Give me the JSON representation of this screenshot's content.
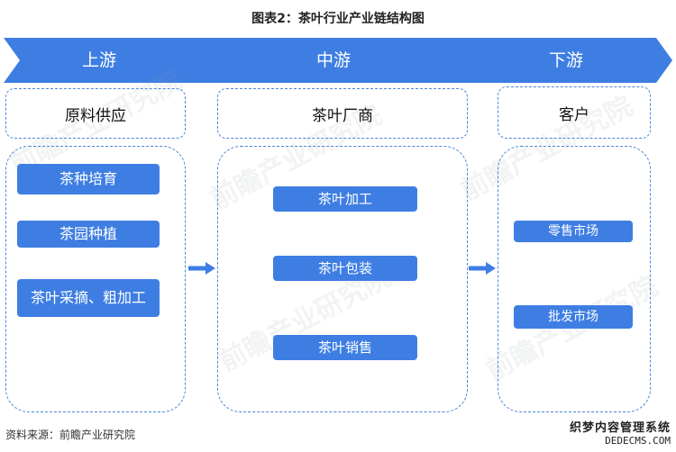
{
  "title": "图表2：茶叶行业产业链结构图",
  "stages": [
    {
      "label": "上游"
    },
    {
      "label": "中游"
    },
    {
      "label": "下游"
    }
  ],
  "columns": {
    "upstream": {
      "header": "原料供应",
      "items": [
        "茶种培育",
        "茶园种植",
        "茶叶采摘、粗加工"
      ]
    },
    "midstream": {
      "header": "茶叶厂商",
      "items": [
        "茶叶加工",
        "茶叶包装",
        "茶叶销售"
      ]
    },
    "downstream": {
      "header": "客户",
      "items": [
        "零售市场",
        "批发市场"
      ]
    }
  },
  "source": "资料来源：前瞻产业研究院",
  "watermark": "前瞻产业研究院",
  "corner_mark": {
    "line1": "织梦内容管理系统",
    "line2": "DEDECMS.COM"
  },
  "colors": {
    "chevron": "#3e7ee3",
    "pill": "#3e7ee3",
    "dash": "#4a86d8"
  }
}
